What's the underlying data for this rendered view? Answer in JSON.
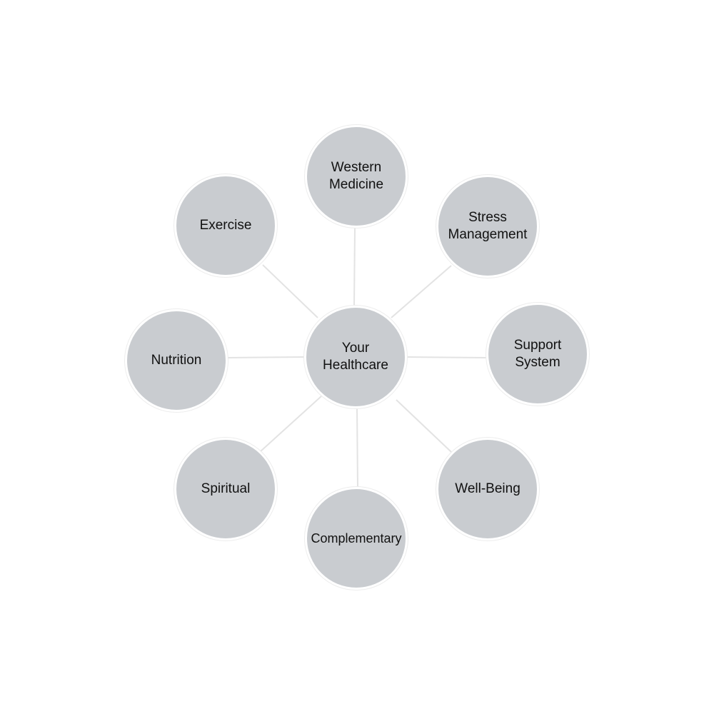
{
  "diagram": {
    "center": {
      "label": "Your\nHealthcare"
    },
    "nodes": {
      "western": {
        "label": "Western\nMedicine"
      },
      "stress": {
        "label": "Stress\nManagement"
      },
      "support": {
        "label": "Support\nSystem"
      },
      "wellbeing": {
        "label": "Well-Being"
      },
      "complementary": {
        "label": "Complementary"
      },
      "spiritual": {
        "label": "Spiritual"
      },
      "nutrition": {
        "label": "Nutrition"
      },
      "exercise": {
        "label": "Exercise"
      }
    },
    "colors": {
      "node_fill": "#c9ccd0",
      "connector": "#e3e3e3",
      "text": "#111111"
    }
  }
}
